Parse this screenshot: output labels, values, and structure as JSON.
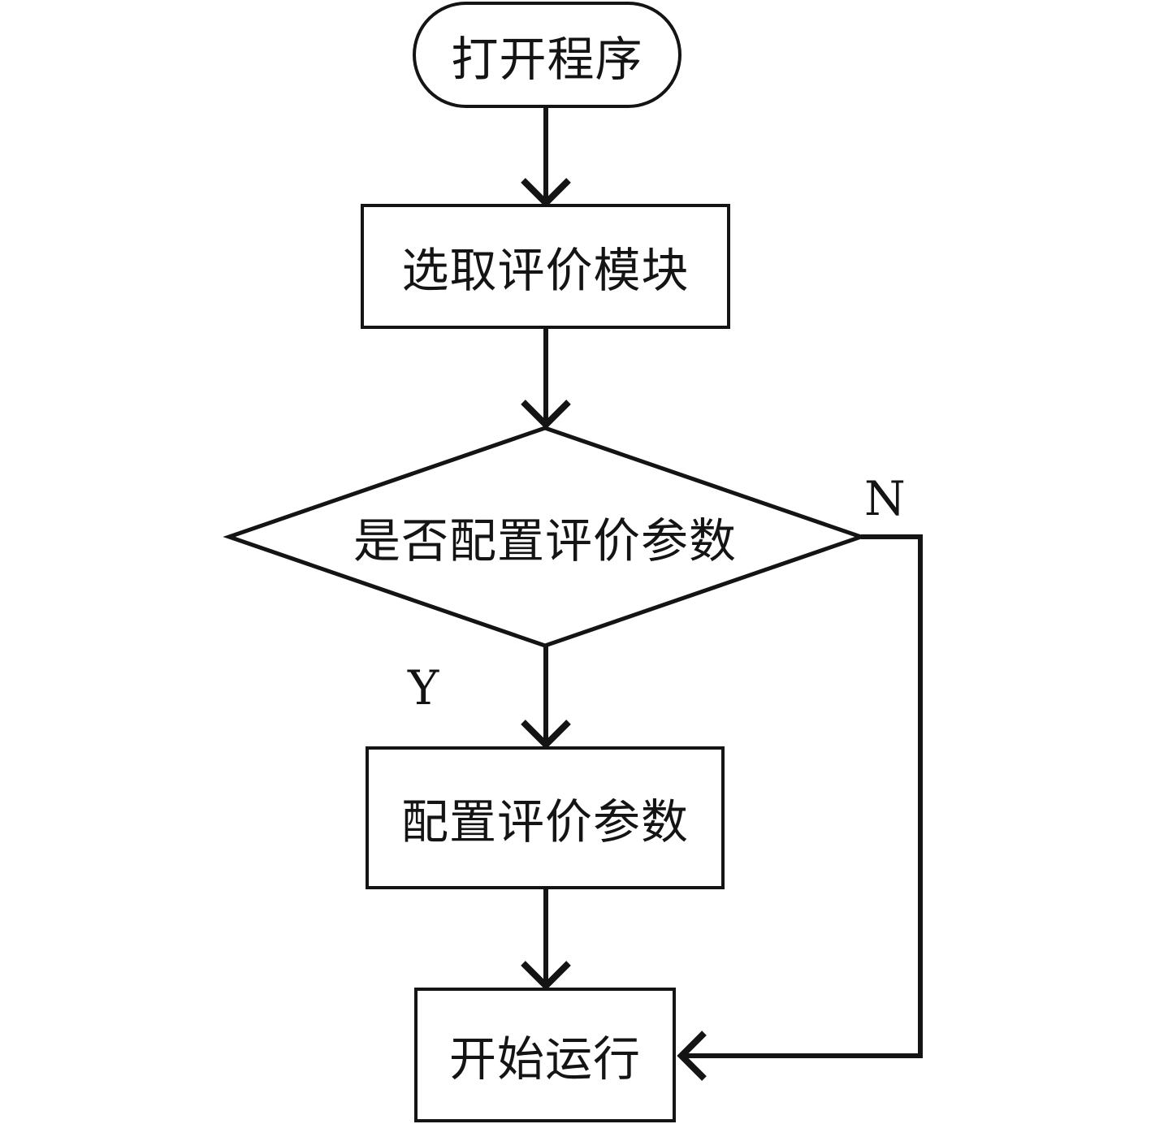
{
  "diagram": {
    "title": "program-run-flowchart",
    "background": "#ffffff",
    "stroke_color": "#141414",
    "nodes": {
      "start": {
        "shape": "stadium",
        "label": "打开程序"
      },
      "select_module": {
        "shape": "process",
        "label": "选取评价模块"
      },
      "decision": {
        "shape": "decision",
        "label": "是否配置评价参数"
      },
      "configure_params": {
        "shape": "process",
        "label": "配置评价参数"
      },
      "start_run": {
        "shape": "process",
        "label": "开始运行"
      }
    },
    "branch_labels": {
      "yes": "Y",
      "no": "N"
    },
    "edges": [
      {
        "from": "start",
        "to": "select_module"
      },
      {
        "from": "select_module",
        "to": "decision"
      },
      {
        "from": "decision",
        "to": "configure_params",
        "label": "Y"
      },
      {
        "from": "configure_params",
        "to": "start_run"
      },
      {
        "from": "decision",
        "to": "start_run",
        "label": "N"
      }
    ]
  }
}
